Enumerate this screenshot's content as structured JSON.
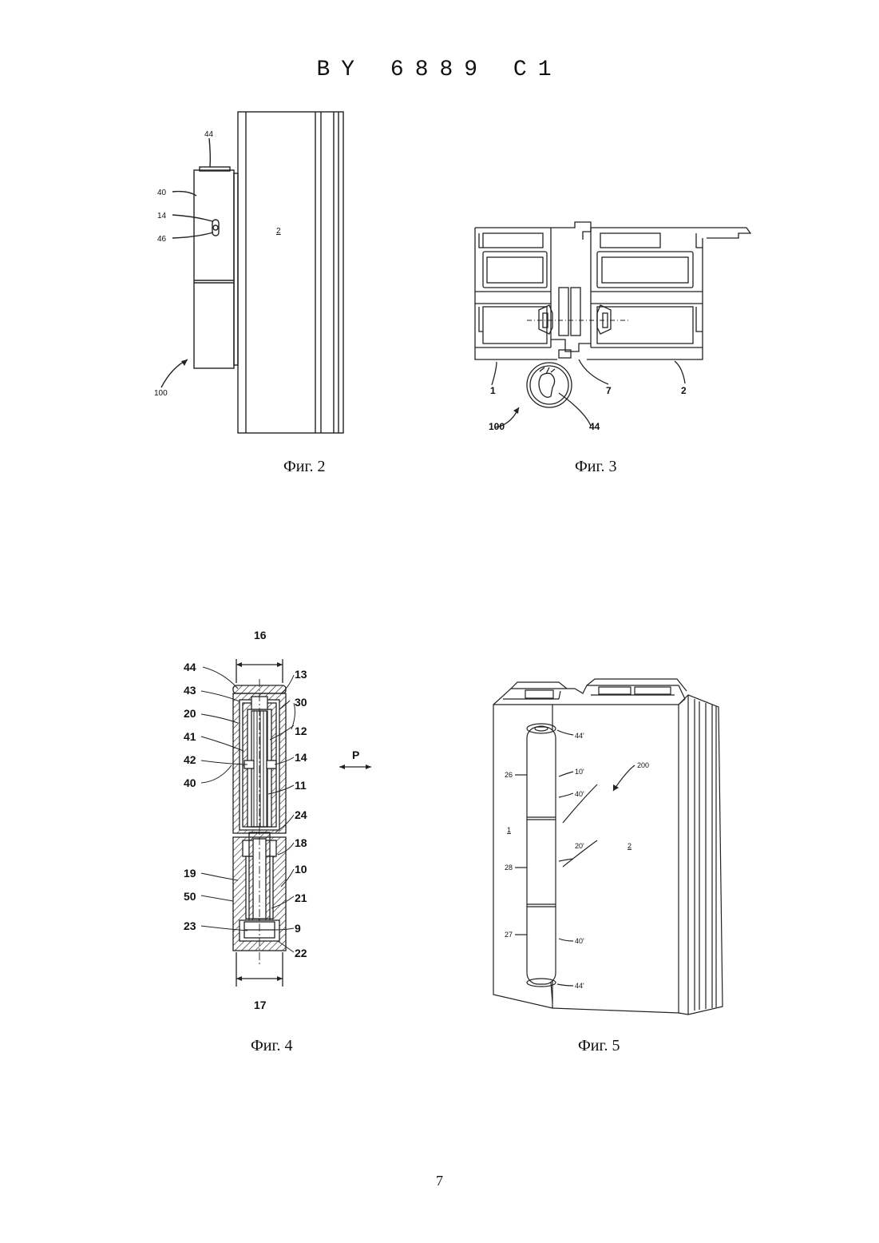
{
  "header": {
    "doc_number": "BY 6889 C1"
  },
  "page_number": "7",
  "figures": {
    "fig2": {
      "caption": "Фиг. 2",
      "labels": {
        "l44": "44",
        "l40": "40",
        "l14": "14",
        "l46": "46",
        "l2": "2",
        "l100": "100"
      }
    },
    "fig3": {
      "caption": "Фиг. 3",
      "labels": {
        "l1": "1",
        "l7": "7",
        "l2": "2",
        "l100": "100",
        "l44": "44"
      }
    },
    "fig4": {
      "caption": "Фиг. 4",
      "labels": {
        "l16": "16",
        "l44": "44",
        "l13": "13",
        "l43": "43",
        "l30": "30",
        "l20": "20",
        "l12": "12",
        "l41": "41",
        "l42": "42",
        "l14": "14",
        "lP": "P",
        "l40": "40",
        "l11": "11",
        "l24": "24",
        "l18": "18",
        "l19": "19",
        "l10": "10",
        "l50": "50",
        "l21": "21",
        "l23": "23",
        "l9": "9",
        "l22": "22",
        "l17": "17"
      }
    },
    "fig5": {
      "caption": "Фиг. 5",
      "labels": {
        "l44a": "44'",
        "l26": "26",
        "l10": "10'",
        "l200": "200",
        "l40a": "40'",
        "l1": "1",
        "l20": "20'",
        "l2": "2",
        "l28": "28",
        "l27": "27",
        "l40b": "40'",
        "l44b": "44'"
      }
    }
  }
}
